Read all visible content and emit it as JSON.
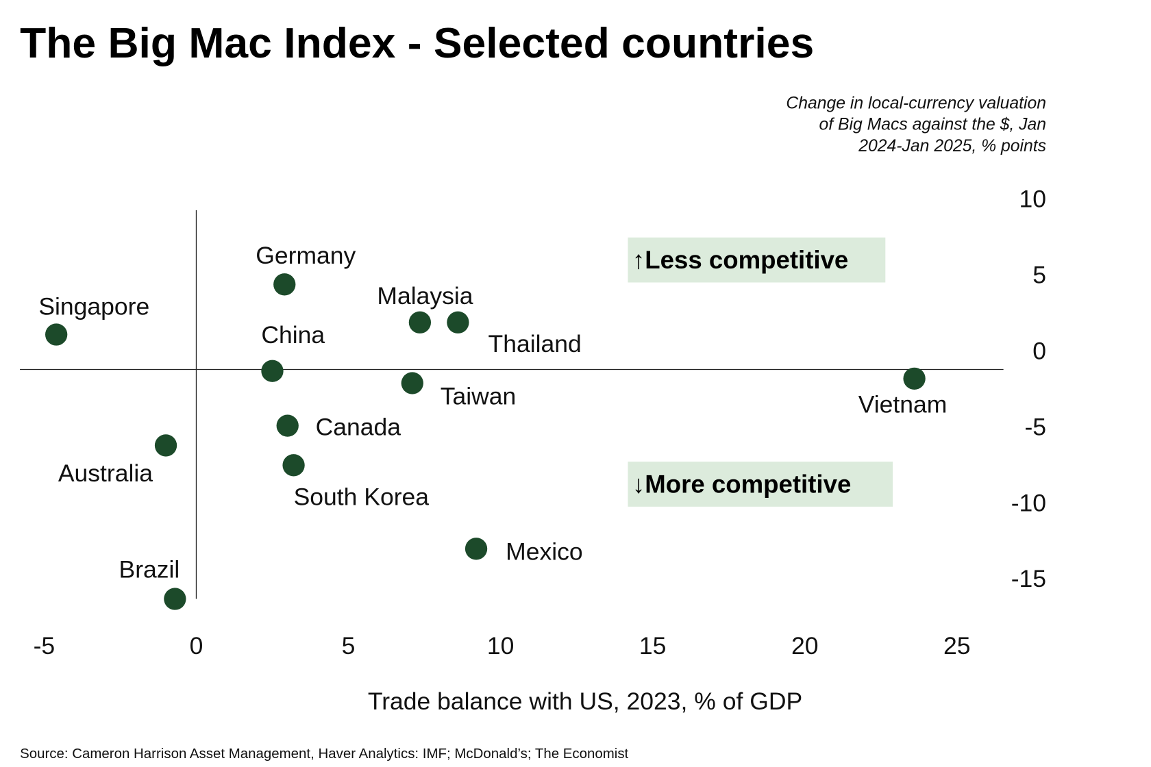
{
  "chart_data": {
    "type": "scatter",
    "title": "The Big Mac Index - Selected countries",
    "ylabel_lines": [
      "Change in local-currency valuation",
      "of Big Macs against the $, Jan",
      "2024-Jan 2025, % points"
    ],
    "xlabel": "Trade balance with US, 2023, % of GDP",
    "xlim": [
      -5,
      26.5
    ],
    "ylim": [
      -17,
      11
    ],
    "xticks": [
      -5,
      0,
      5,
      10,
      15,
      20,
      25
    ],
    "yticks": [
      10,
      5,
      0,
      -5,
      -10,
      -15
    ],
    "xtick_labels": [
      "-5",
      "0",
      "5",
      "10",
      "15",
      "20",
      "25"
    ],
    "ytick_labels": [
      "10",
      "5",
      "0",
      "-5",
      "-10",
      "-15"
    ],
    "points": [
      {
        "label": "Singapore",
        "x": -4.6,
        "y": 2.3
      },
      {
        "label": "Germany",
        "x": 2.9,
        "y": 5.6
      },
      {
        "label": "Malaysia",
        "x": 7.35,
        "y": 3.1
      },
      {
        "label": "Thailand",
        "x": 8.6,
        "y": 3.1
      },
      {
        "label": "China",
        "x": 2.5,
        "y": -0.1
      },
      {
        "label": "Taiwan",
        "x": 7.1,
        "y": -0.9
      },
      {
        "label": "Vietnam",
        "x": 23.6,
        "y": -0.6
      },
      {
        "label": "Canada",
        "x": 3.0,
        "y": -3.7
      },
      {
        "label": "Australia",
        "x": -1.0,
        "y": -5.0
      },
      {
        "label": "South Korea",
        "x": 3.2,
        "y": -6.3
      },
      {
        "label": "Mexico",
        "x": 9.2,
        "y": -11.8
      },
      {
        "label": "Brazil",
        "x": -0.7,
        "y": -15.1
      }
    ],
    "annotations": {
      "less": {
        "arrow": "↑",
        "text": "Less competitive"
      },
      "more": {
        "arrow": "↓",
        "text": "More competitive"
      }
    },
    "source": "Source: Cameron Harrison Asset Management, Haver Analytics: IMF; McDonald’s; The Economist",
    "colors": {
      "point": "#1c4a2a",
      "annotation_bg": "#dcebdc",
      "axis": "#222222"
    }
  }
}
